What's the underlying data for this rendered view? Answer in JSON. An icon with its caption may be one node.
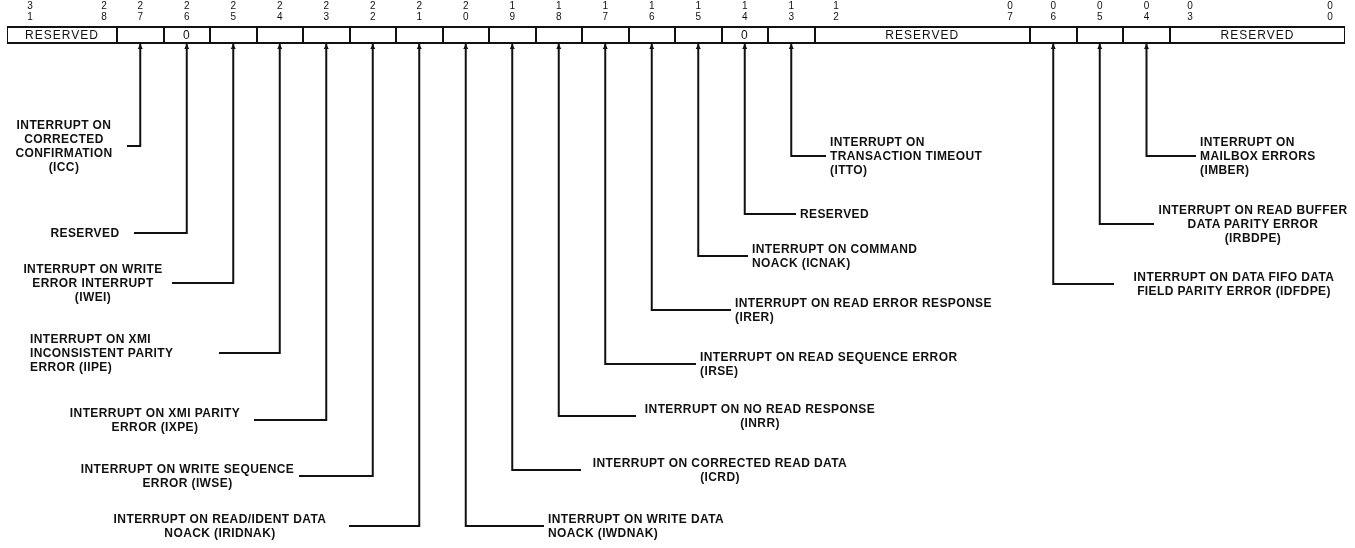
{
  "diagram": {
    "nodes": [
      {
        "text": [
          "RESERVED"
        ]
      },
      {
        "text": [],
        "shape": "box"
      },
      {
        "text": [
          "0"
        ]
      },
      {
        "text": [],
        "shape": "box"
      },
      {
        "text": [],
        "shape": "box"
      },
      {
        "text": [],
        "shape": "box"
      },
      {
        "text": [],
        "shape": "box"
      },
      {
        "text": [],
        "shape": "box"
      },
      {
        "text": [],
        "shape": "box"
      },
      {
        "text": [],
        "shape": "box"
      },
      {
        "text": [],
        "shape": "box"
      },
      {
        "text": [],
        "shape": "box"
      },
      {
        "text": [],
        "shape": "box"
      },
      {
        "text": [],
        "shape": "box"
      },
      {
        "text": [
          "0"
        ]
      },
      {
        "text": [],
        "shape": "box"
      },
      {
        "text": [
          "RESERVED"
        ]
      },
      {
        "text": [],
        "shape": "box"
      },
      {
        "text": [],
        "shape": "box"
      },
      {
        "text": [],
        "shape": "box"
      },
      {
        "text": [
          "RESERVED"
        ]
      },
      {
        "text": [
          "INTERRUPT ON CORRECTED CONFIRMATION (ICC)"
        ]
      },
      {
        "text": [
          "RESERVED"
        ]
      },
      {
        "text": [
          "INTERRUPT ON WRITE ERROR INTERRUPT (IWEI)"
        ]
      },
      {
        "text": [
          "INTERRUPT ON XMI INCONSISTENT PARITY ERROR (IIPE)"
        ]
      },
      {
        "text": [
          "INTERRUPT ON XMI PARITY ERROR (IXPE)"
        ]
      },
      {
        "text": [
          "INTERRUPT ON WRITE SEQUENCE ERROR (IWSE)"
        ]
      },
      {
        "text": [
          "INTERRUPT ON READ/IDENT DATA NOACK (IRIDNAK)"
        ]
      },
      {
        "text": [
          "INTERRUPT ON WRITE DATA NOACK (IWDNAK)"
        ]
      },
      {
        "text": [
          "INTERRUPT ON CORRECTED READ DATA (ICRD)"
        ]
      },
      {
        "text": [
          "INTERRUPT ON NO READ RESPONSE (INRR)"
        ]
      },
      {
        "text": [
          "INTERRUPT ON READ SEQUENCE ERROR (IRSE)"
        ]
      },
      {
        "text": [
          "INTERRUPT ON READ ERROR RESPONSE (IRER)"
        ]
      },
      {
        "text": [
          "INTERRUPT ON COMMAND NOACK (ICNAK)"
        ]
      },
      {
        "text": [
          "RESERVED"
        ]
      },
      {
        "text": [
          "INTERRUPT ON TRANSACTION TIMEOUT (ITTO)"
        ]
      },
      {
        "text": [
          "INTERRUPT ON DATA FIFO DATA FIELD PARITY ERROR (IDFDPE)"
        ]
      },
      {
        "text": [
          "INTERRUPT ON READ BUFFER DATA PARITY ERROR (IRBDPE)"
        ]
      },
      {
        "text": [
          "INTERRUPT ON MAILBOX ERRORS (IMBER)"
        ]
      }
    ],
    "edges": [
      {
        "from": 21,
        "to": 1,
        "arrow": "to"
      },
      {
        "from": 22,
        "to": 2,
        "arrow": "to"
      },
      {
        "from": 23,
        "to": 3,
        "arrow": "to"
      },
      {
        "from": 24,
        "to": 4,
        "arrow": "to"
      },
      {
        "from": 25,
        "to": 5,
        "arrow": "to"
      },
      {
        "from": 26,
        "to": 6,
        "arrow": "to"
      },
      {
        "from": 27,
        "to": 7,
        "arrow": "to"
      },
      {
        "from": 28,
        "to": 8,
        "arrow": "to"
      },
      {
        "from": 29,
        "to": 9,
        "arrow": "to"
      },
      {
        "from": 30,
        "to": 10,
        "arrow": "to"
      },
      {
        "from": 31,
        "to": 11,
        "arrow": "to"
      },
      {
        "from": 32,
        "to": 12,
        "arrow": "to"
      },
      {
        "from": 33,
        "to": 13,
        "arrow": "to"
      },
      {
        "from": 34,
        "to": 14,
        "arrow": "to"
      },
      {
        "from": 35,
        "to": 15,
        "arrow": "to"
      },
      {
        "from": 36,
        "to": 17,
        "arrow": "to"
      },
      {
        "from": 37,
        "to": 18,
        "arrow": "to"
      },
      {
        "from": 38,
        "to": 19,
        "arrow": "to"
      }
    ],
    "labels": [
      "31",
      "28",
      "27",
      "26",
      "25",
      "24",
      "23",
      "22",
      "21",
      "20",
      "19",
      "18",
      "17",
      "16",
      "15",
      "14",
      "13",
      "12",
      "07",
      "06",
      "05",
      "04",
      "03",
      "00"
    ]
  }
}
